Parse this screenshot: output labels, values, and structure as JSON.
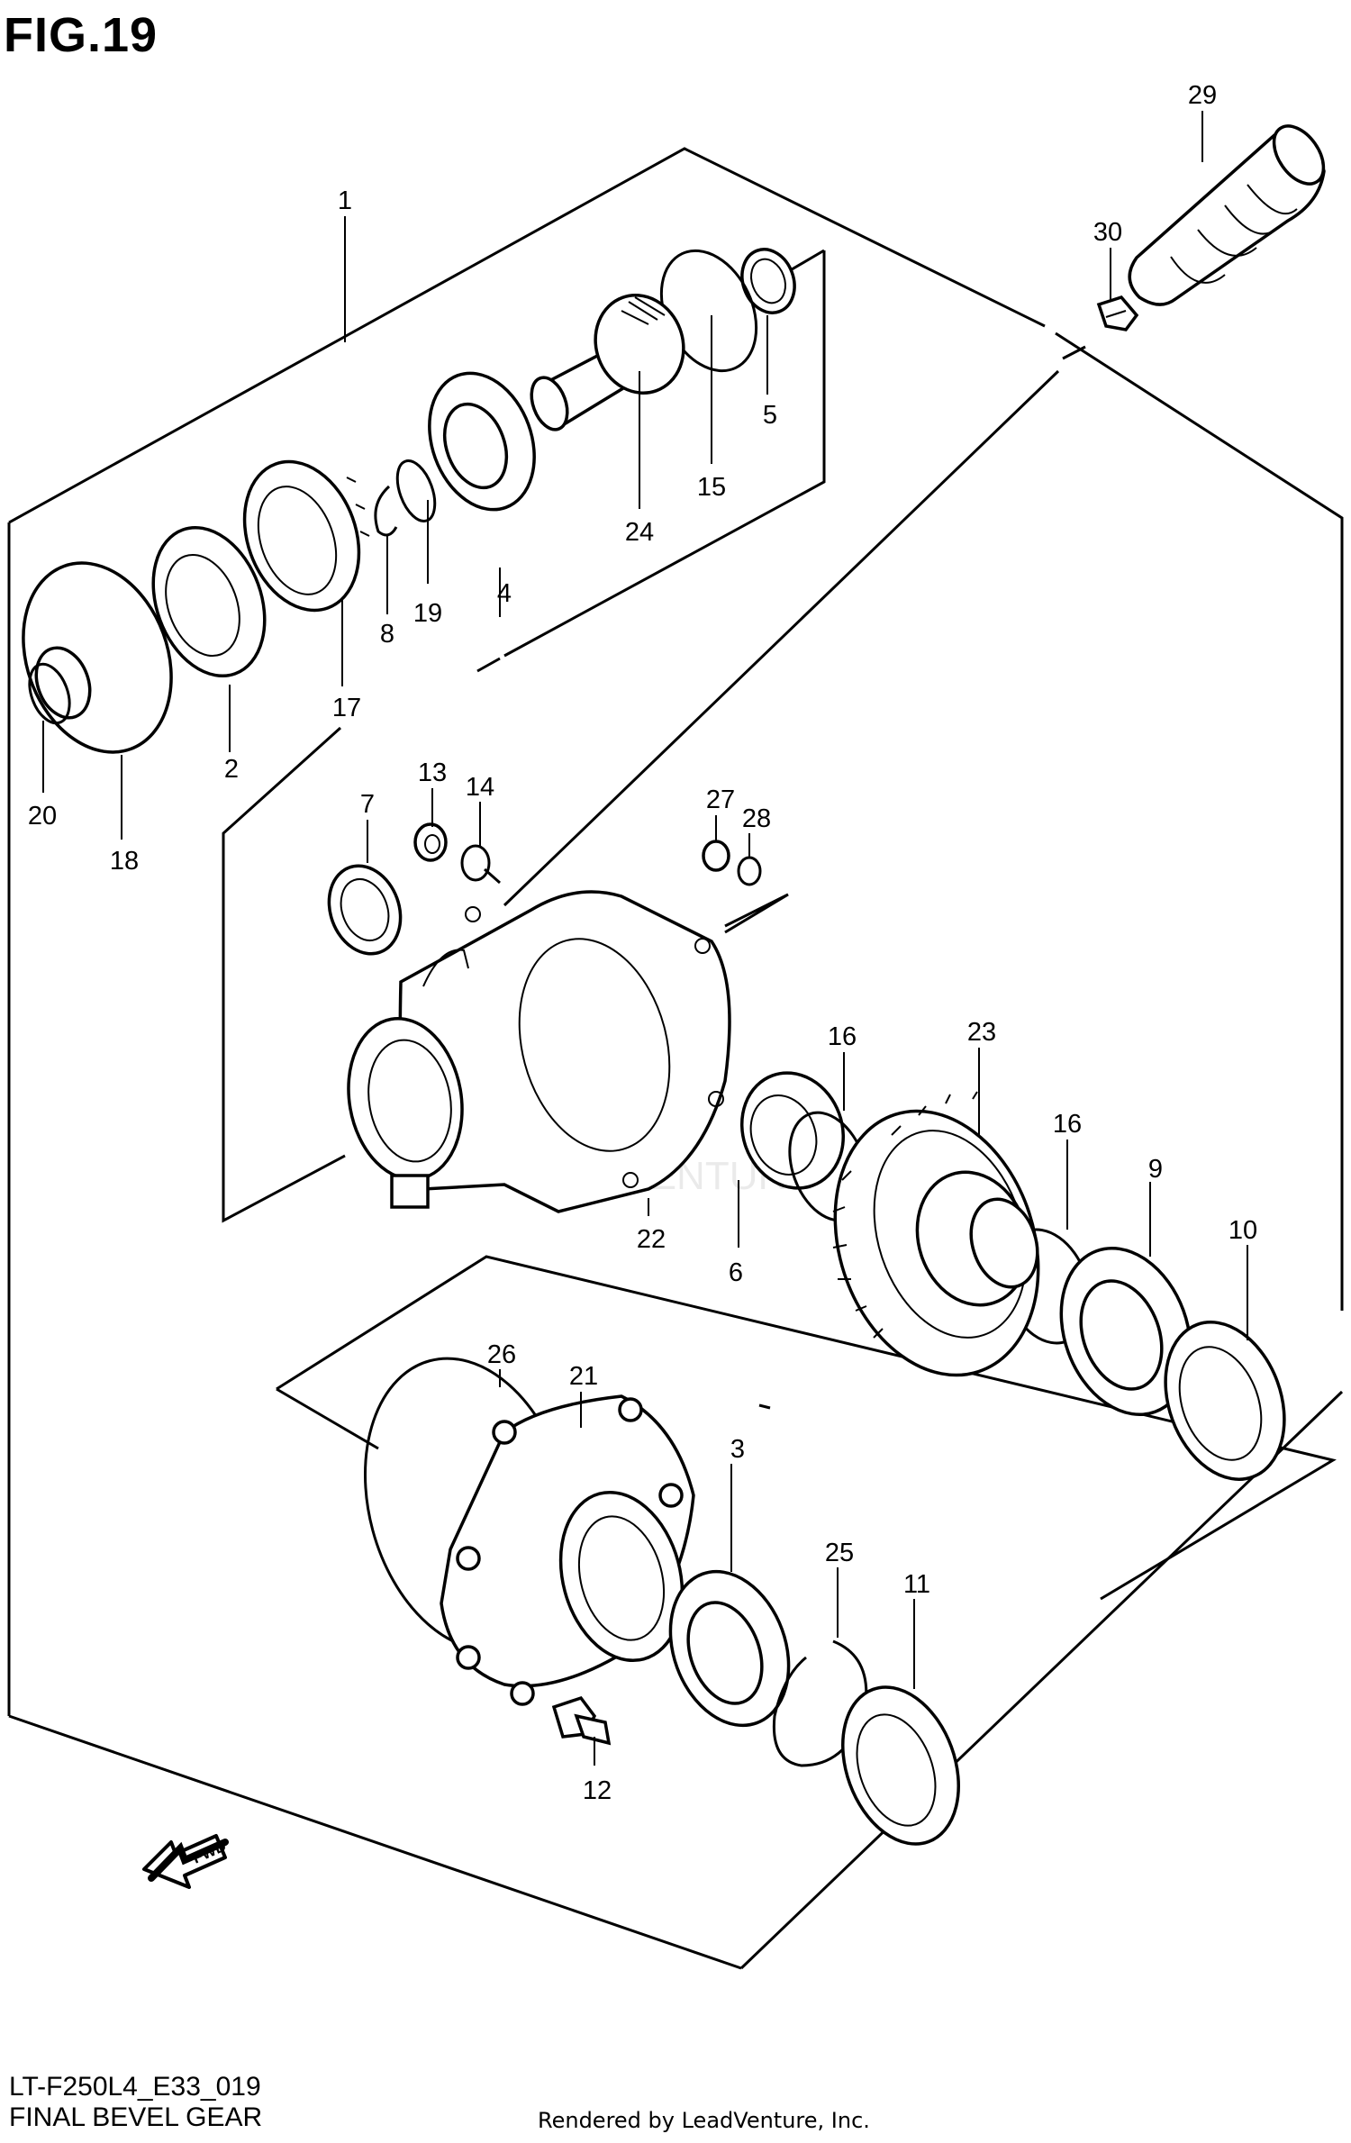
{
  "figure": {
    "title": "FIG.19",
    "code": "LT-F250L4_E33_019",
    "name": "FINAL BEVEL GEAR",
    "rendered_by": "Rendered by LeadVenture, Inc.",
    "watermark": "LEADVENTURE"
  },
  "callouts": [
    {
      "id": "c1",
      "label": "1"
    },
    {
      "id": "c2",
      "label": "2"
    },
    {
      "id": "c3",
      "label": "3"
    },
    {
      "id": "c4",
      "label": "4"
    },
    {
      "id": "c5",
      "label": "5"
    },
    {
      "id": "c6",
      "label": "6"
    },
    {
      "id": "c7",
      "label": "7"
    },
    {
      "id": "c8",
      "label": "8"
    },
    {
      "id": "c9",
      "label": "9"
    },
    {
      "id": "c10",
      "label": "10"
    },
    {
      "id": "c11",
      "label": "11"
    },
    {
      "id": "c12",
      "label": "12"
    },
    {
      "id": "c13",
      "label": "13"
    },
    {
      "id": "c14",
      "label": "14"
    },
    {
      "id": "c15",
      "label": "15"
    },
    {
      "id": "c16a",
      "label": "16"
    },
    {
      "id": "c16b",
      "label": "16"
    },
    {
      "id": "c17",
      "label": "17"
    },
    {
      "id": "c18",
      "label": "18"
    },
    {
      "id": "c19",
      "label": "19"
    },
    {
      "id": "c20",
      "label": "20"
    },
    {
      "id": "c21",
      "label": "21"
    },
    {
      "id": "c22",
      "label": "22"
    },
    {
      "id": "c23",
      "label": "23"
    },
    {
      "id": "c24",
      "label": "24"
    },
    {
      "id": "c25",
      "label": "25"
    },
    {
      "id": "c26",
      "label": "26"
    },
    {
      "id": "c27",
      "label": "27"
    },
    {
      "id": "c28",
      "label": "28"
    },
    {
      "id": "c29",
      "label": "29"
    },
    {
      "id": "c30",
      "label": "30"
    }
  ],
  "fwd_arrow": {
    "label": "FWD"
  }
}
